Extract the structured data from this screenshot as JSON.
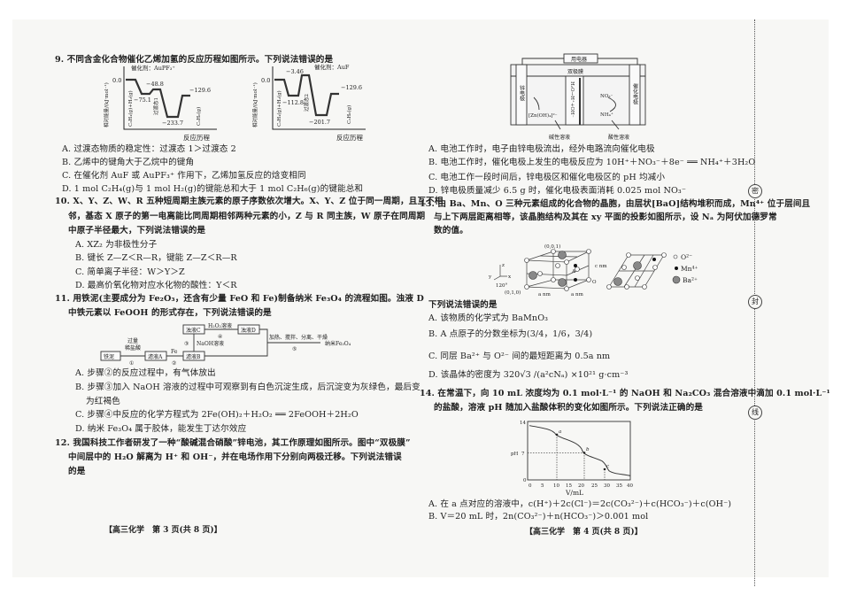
{
  "left": {
    "q9": {
      "stem": "9. 不同含金化合物催化乙烯加氢的反应历程如图所示。下列说法错误的是",
      "fig1": {
        "title": "催化剂：AuPF₃⁺",
        "ylabel": "相对能量/(kJ·mol⁻¹)",
        "xlabel": "反应历程",
        "start": "0.0",
        "reactant": "C₂H₄(g)+H₂(g)",
        "v1": "−75.1",
        "ts": "−48.8",
        "ts_label": "过渡态1",
        "v2": "−233.7",
        "product_val": "−129.6",
        "product": "C₂H₆(g)"
      },
      "fig2": {
        "title": "催化剂：AuF",
        "ylabel": "相对能量/(kJ·mol⁻¹)",
        "xlabel": "反应历程",
        "start": "0.0",
        "reactant": "C₂H₄(g)+H₂(g)",
        "v1": "−112.8",
        "ts": "−3.46",
        "ts_label": "过渡态2",
        "v2": "−201.7",
        "product_val": "−129.6",
        "product": "C₂H₆(g)"
      },
      "options": [
        "A. 过渡态物质的稳定性：过渡态 1＞过渡态 2",
        "B. 乙烯中的键角大于乙烷中的键角",
        "C. 在催化剂 AuF 或 AuPF₃⁺ 作用下，乙烯加氢反应的焓变相同",
        "D. 1 mol C₂H₄(g)与 1 mol H₂(g)的键能总和大于 1 mol C₂H₆(g)的键能总和"
      ]
    },
    "q10": {
      "stem": [
        "10. X、Y、Z、W、R 五种短周期主族元素的原子序数依次增大。X、Y、Z 位于同一周期，且互不相",
        "邻，基态 X 原子的第一电离能比同周期相邻两种元素的小，Z 与 R 同主族，W 原子在同周期",
        "中原子半径最大，下列说法错误的是"
      ],
      "options": [
        "A. XZ₂ 为非极性分子",
        "B. 键长 Z—Z＜R—R，键能 Z—Z＜R—R",
        "C. 简单离子半径：W＞Y＞Z",
        "D. 最高价氧化物对应水化物的酸性：Y＜R"
      ]
    },
    "q11": {
      "stem": [
        "11. 用铁泥(主要成分为 Fe₂O₃，还含有少量 FeO 和 Fe)制备纳米 Fe₃O₄ 的流程如图。浊液 D",
        "中铁元素以 FeOOH 的形式存在，下列说法错误的是"
      ],
      "flow": {
        "n1": "铁泥",
        "s1_top": "过量",
        "s1_mid": "稀盐酸",
        "s1": "①",
        "n2": "滤液A",
        "s2_top": "Fe",
        "s2": "②",
        "n3": "滤液B",
        "s3": "③",
        "s3_label": "NaOH溶液",
        "n4": "浊液C",
        "s4_top": "H₂O₂溶液",
        "s4": "④",
        "n5": "浊液D",
        "s5_top": "加热、搅拌、分离、干燥",
        "s5": "⑤",
        "product": "纳米Fe₃O₄"
      },
      "options": [
        "A. 步骤②的反应过程中，有气体放出",
        "B. 步骤③加入 NaOH 溶液的过程中可观察到有白色沉淀生成，后沉淀变为灰绿色，最后变",
        "为红褐色",
        "C. 步骤④中反应的化学方程式为 2Fe(OH)₂＋H₂O₂ ══ 2FeOOH＋2H₂O",
        "D. 纳米 Fe₃O₄ 属于胶体，能发生丁达尔效应"
      ]
    },
    "q12": {
      "stem": [
        "12. 我国科技工作者研发了一种“酸碱混合硝酸”锌电池，其工作原理如图所示。图中“双极膜”",
        "中间层中的 H₂O 解离为 H⁺ 和 OH⁻，并在电场作用下分别向两极迁移。下列说法错误",
        "的是"
      ]
    },
    "footer": "【高三化学　第 3 页(共 8 页)】"
  },
  "right": {
    "q12_fig": {
      "device": "用电器",
      "membrane": "双极膜",
      "left_electrode": "锌电极",
      "right_electrode": "催化电极",
      "zn_species": "[Zn(OH)₄]²⁻",
      "water": "H₂O→H⁺+OH⁻",
      "no3": "NO₃⁻",
      "nh4": "NH₄⁺",
      "left_sol": "碱性溶液",
      "right_sol": "酸性溶液"
    },
    "q12_options": [
      "A. 电池工作时，电子由锌电极流出，经外电路流向催化电极",
      "B. 电池工作时，催化电极上发生的电极反应为 10H⁺＋NO₃⁻＋8e⁻ ══ NH₄⁺＋3H₂O",
      "C. 电池工作一段时间后，锌电极区和催化电极区的 pH 均减小",
      "D. 锌电极质量减少 6.5 g 时，催化电极表面消耗 0.025 mol NO₃⁻"
    ],
    "q13": {
      "stem": [
        "13. 由 Ba、Mn、O 三种元素组成的化合物的晶胞，由层状[BaO]结构堆积而成，Mn⁴⁺ 位于层间且",
        "与上下两层距离相等，该晶胞结构及其在 xy 平面的投影如图所示，设 Nₐ 为阿伏加德罗常",
        "数的值。"
      ],
      "fig": {
        "coord_top": "(0,0,1)",
        "coord_bottom": "(0,1,0)",
        "point_a": "A",
        "point_o": "O",
        "c_label": "c nm",
        "a_label1": "a nm",
        "a_label2": "a nm",
        "axis_z": "z",
        "axis_x": "x",
        "axis_y": "y",
        "angle": "120°",
        "legend": [
          "O²⁻",
          "Mn⁴⁺",
          "Ba²⁺"
        ]
      },
      "sub": "下列说法错误的是",
      "options": [
        "A. 该物质的化学式为 BaMnO₃",
        "B. A 点原子的分数坐标为(3/4，1/6，3/4)",
        "C. 同层 Ba²⁺ 与 O²⁻ 间的最短距离为 0.5a nm",
        "D. 该晶体的密度为 320√3 /(a²cNₐ) ×10²¹ g·cm⁻³"
      ]
    },
    "q14": {
      "stem": [
        "14. 在常温下，向 10 mL 浓度均为 0.1 mol·L⁻¹ 的 NaOH 和 Na₂CO₃ 混合溶液中滴加 0.1 mol·L⁻¹",
        "的盐酸，溶液 pH 随加入盐酸体积的变化如图所示。下列说法正确的是"
      ],
      "chart": {
        "y_ticks": [
          "14",
          "7",
          "0"
        ],
        "ylabel": "pH",
        "x_ticks": [
          "0",
          "5",
          "10",
          "15",
          "20",
          "25",
          "30",
          "35",
          "40"
        ],
        "xlabel": "V/mL",
        "points": [
          "a",
          "b",
          "c"
        ]
      },
      "options": [
        "A. 在 a 点对应的溶液中，c(H⁺)＋2c(Cl⁻)＝2c(CO₃²⁻)＋c(HCO₃⁻)＋c(OH⁻)",
        "B. V＝20 mL 时，2n(CO₃²⁻)＋n(HCO₃⁻)＞0.001 mol"
      ]
    },
    "footer": "【高三化学　第 4 页(共 8 页)】"
  },
  "margin_seals": [
    "密",
    "封",
    "线"
  ]
}
